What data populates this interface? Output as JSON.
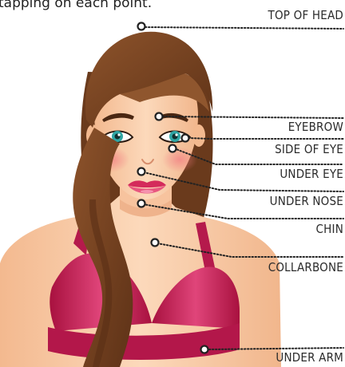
{
  "intro_text": "tapping on each point.",
  "points": [
    {
      "id": "top-of-head",
      "label": "TOP OF HEAD"
    },
    {
      "id": "eyebrow",
      "label": "EYEBROW"
    },
    {
      "id": "side-of-eye",
      "label": "SIDE OF EYE"
    },
    {
      "id": "under-eye",
      "label": "UNDER EYE"
    },
    {
      "id": "under-nose",
      "label": "UNDER NOSE"
    },
    {
      "id": "chin",
      "label": "CHIN"
    },
    {
      "id": "collarbone",
      "label": "COLLARBONE"
    },
    {
      "id": "under-arm",
      "label": "UNDER ARM"
    }
  ],
  "colors": {
    "hair": "#7a4522",
    "skin": "#fbd3b0",
    "bra": "#c8205a",
    "leader": "#222222"
  }
}
